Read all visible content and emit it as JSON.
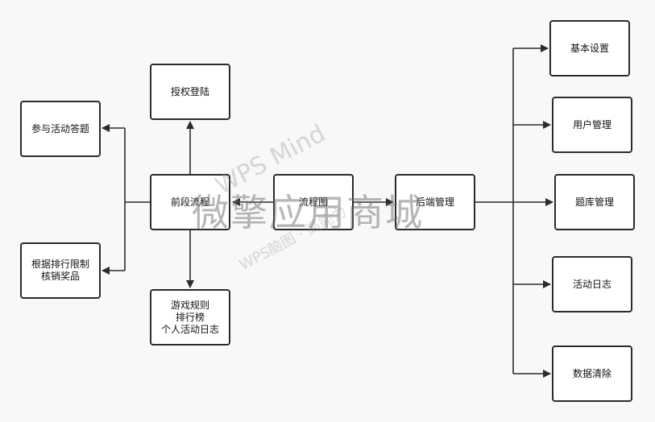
{
  "nodes": {
    "flowchart": "流程图",
    "frontend": "前段流程",
    "backend": "后端管理",
    "auth_login": "授权登陆",
    "join_quiz": "参与活动答题",
    "rank_redeem": "根据排行限制\n核销奖品",
    "game_rules": "游戏规则\n排行榜\n个人活动日志",
    "basic_settings": "基本设置",
    "user_mgmt": "用户管理",
    "question_bank": "题库管理",
    "activity_log": "活动日志",
    "data_clear": "数据清除"
  },
  "watermark": {
    "main": "微擎应用商城",
    "brand": "WPS Mind",
    "sub": "WPS脑图 · 高能力"
  },
  "colors": {
    "background": "#f8f8f8",
    "stroke": "#2b2b2b",
    "node_fill": "#ffffff"
  }
}
